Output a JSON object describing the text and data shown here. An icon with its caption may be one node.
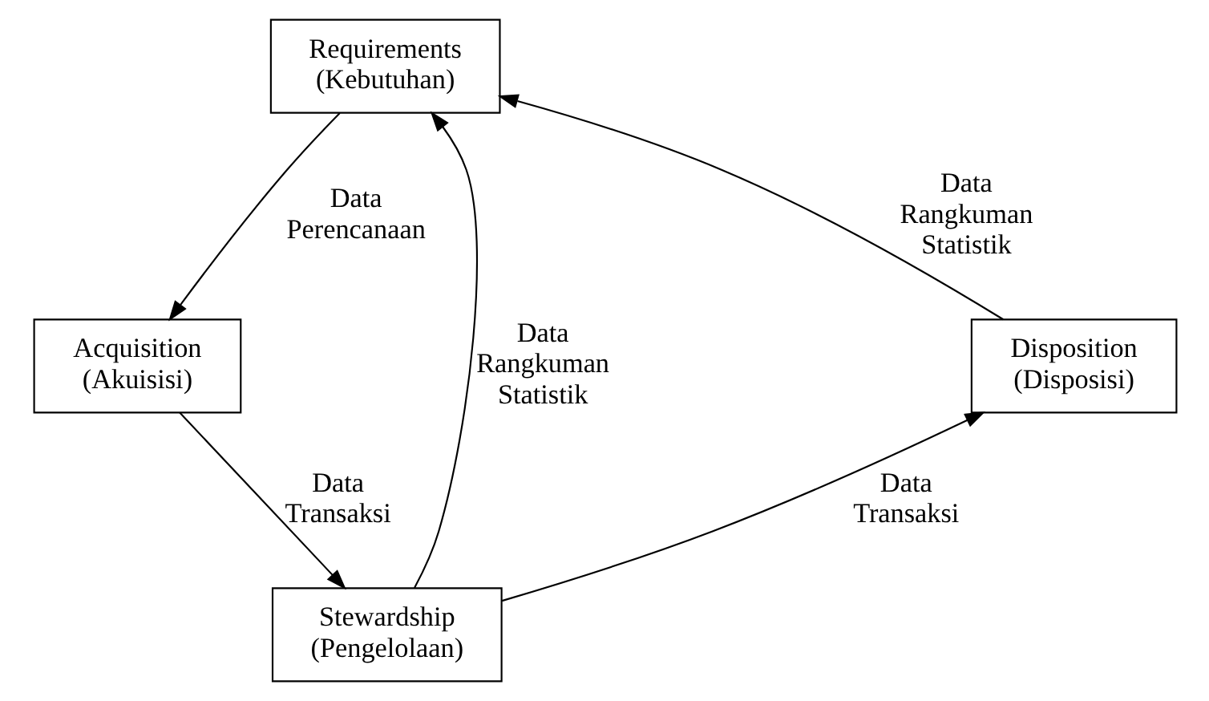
{
  "diagram": {
    "nodes": [
      {
        "text": [
          "Requirements (Kebutuhan)"
        ]
      },
      {
        "text": [
          "Acquisition (Akuisisi)"
        ]
      },
      {
        "text": [
          "Stewardship (Pengelolaan)"
        ]
      },
      {
        "text": [
          "Disposition (Disposisi)"
        ]
      }
    ],
    "edges": [
      {
        "from": 0,
        "to": 1,
        "arrow": "to",
        "label": "Data Perencanaan"
      },
      {
        "from": 1,
        "to": 2,
        "arrow": "to",
        "label": "Data Transaksi"
      },
      {
        "from": 2,
        "to": 3,
        "arrow": "to",
        "label": "Data Transaksi"
      },
      {
        "from": 2,
        "to": 0,
        "arrow": "to",
        "label": "Data Rangkuman Statistik"
      },
      {
        "from": 3,
        "to": 0,
        "arrow": "to",
        "label": "Data Rangkuman Statistik"
      }
    ]
  }
}
